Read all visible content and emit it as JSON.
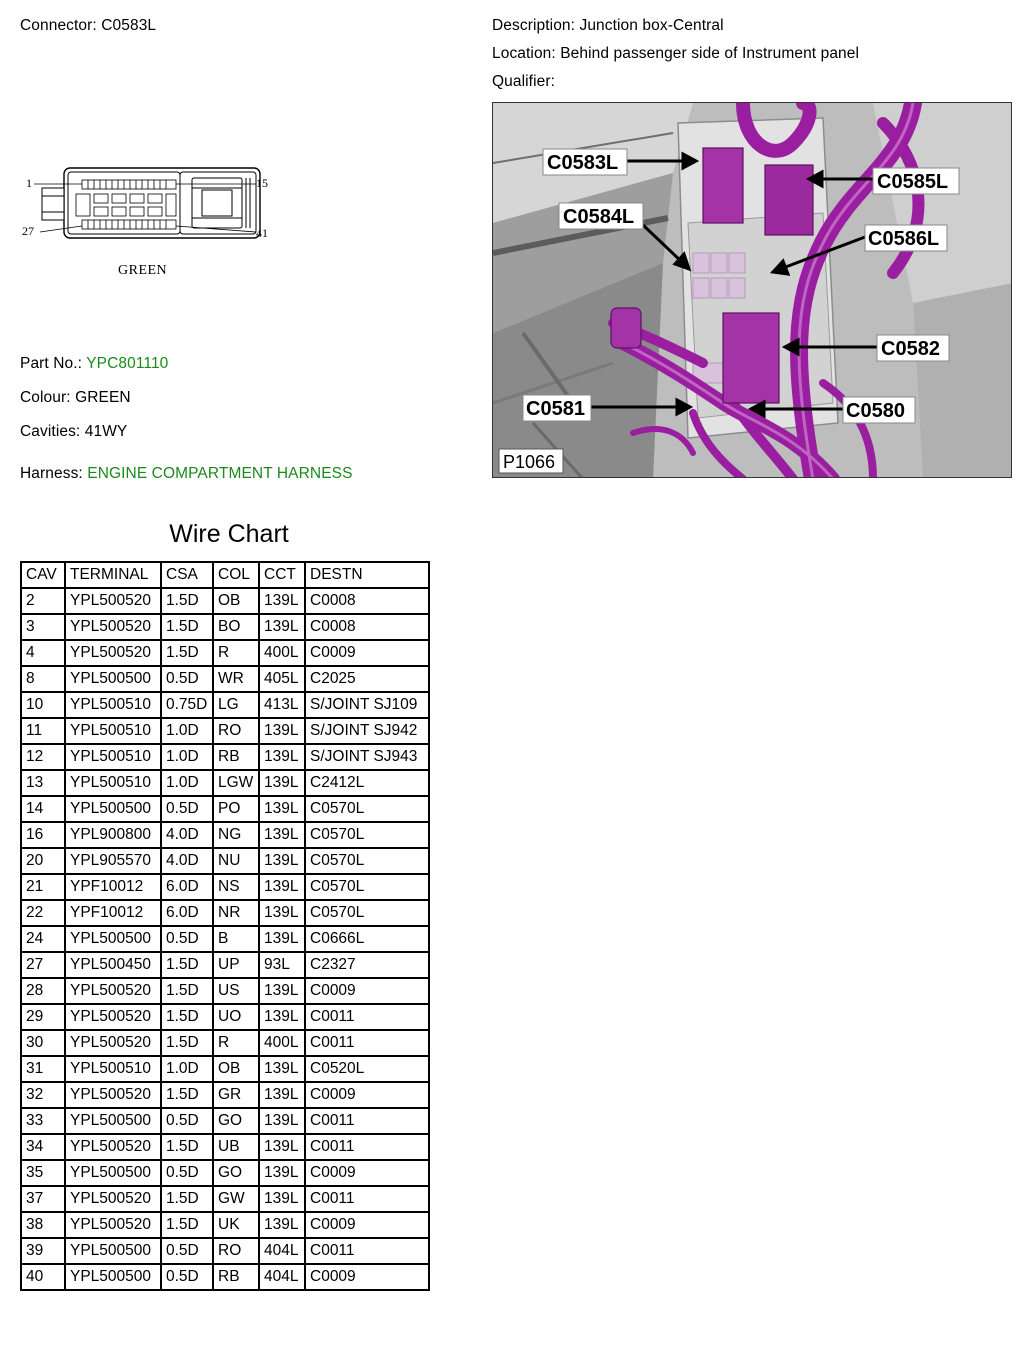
{
  "connector": {
    "label": "Connector:",
    "value": "C0583L"
  },
  "description": {
    "label": "Description:",
    "value": "Junction box-Central"
  },
  "location": {
    "label": "Location:",
    "value": "Behind passenger side of Instrument panel"
  },
  "qualifier": {
    "label": "Qualifier:",
    "value": ""
  },
  "part_no": {
    "label": "Part No.:",
    "value": "YPC801110"
  },
  "colour": {
    "label": "Colour:",
    "value": "GREEN"
  },
  "cavities": {
    "label": "Cavities:",
    "value": "41WY"
  },
  "harness": {
    "label": "Harness:",
    "value": "ENGINE COMPARTMENT HARNESS"
  },
  "connector_face": {
    "pin_top_left": "1",
    "pin_top_right": "15",
    "pin_bottom_left": "27",
    "pin_bottom_right": "41",
    "color_label": "GREEN"
  },
  "photo": {
    "callouts": [
      "C0583L",
      "C0585L",
      "C0584L",
      "C0586L",
      "C0582",
      "C0581",
      "C0580"
    ],
    "figure_id": "P1066",
    "harness_color": "#9a1fa0",
    "connector_color": "#a533a8"
  },
  "wire_chart": {
    "title": "Wire Chart",
    "columns": [
      "CAV",
      "TERMINAL",
      "CSA",
      "COL",
      "CCT",
      "DESTN"
    ],
    "rows": [
      [
        "2",
        "YPL500520",
        "1.5D",
        "OB",
        "139L",
        "C0008"
      ],
      [
        "3",
        "YPL500520",
        "1.5D",
        "BO",
        "139L",
        "C0008"
      ],
      [
        "4",
        "YPL500520",
        "1.5D",
        "R",
        "400L",
        "C0009"
      ],
      [
        "8",
        "YPL500500",
        "0.5D",
        "WR",
        "405L",
        "C2025"
      ],
      [
        "10",
        "YPL500510",
        "0.75D",
        "LG",
        "413L",
        "S/JOINT SJ109"
      ],
      [
        "11",
        "YPL500510",
        "1.0D",
        "RO",
        "139L",
        "S/JOINT SJ942"
      ],
      [
        "12",
        "YPL500510",
        "1.0D",
        "RB",
        "139L",
        "S/JOINT SJ943"
      ],
      [
        "13",
        "YPL500510",
        "1.0D",
        "LGW",
        "139L",
        "C2412L"
      ],
      [
        "14",
        "YPL500500",
        "0.5D",
        "PO",
        "139L",
        "C0570L"
      ],
      [
        "16",
        "YPL900800",
        "4.0D",
        "NG",
        "139L",
        "C0570L"
      ],
      [
        "20",
        "YPL905570",
        "4.0D",
        "NU",
        "139L",
        "C0570L"
      ],
      [
        "21",
        "YPF10012",
        "6.0D",
        "NS",
        "139L",
        "C0570L"
      ],
      [
        "22",
        "YPF10012",
        "6.0D",
        "NR",
        "139L",
        "C0570L"
      ],
      [
        "24",
        "YPL500500",
        "0.5D",
        "B",
        "139L",
        "C0666L"
      ],
      [
        "27",
        "YPL500450",
        "1.5D",
        "UP",
        "93L",
        "C2327"
      ],
      [
        "28",
        "YPL500520",
        "1.5D",
        "US",
        "139L",
        "C0009"
      ],
      [
        "29",
        "YPL500520",
        "1.5D",
        "UO",
        "139L",
        "C0011"
      ],
      [
        "30",
        "YPL500520",
        "1.5D",
        "R",
        "400L",
        "C0011"
      ],
      [
        "31",
        "YPL500510",
        "1.0D",
        "OB",
        "139L",
        "C0520L"
      ],
      [
        "32",
        "YPL500520",
        "1.5D",
        "GR",
        "139L",
        "C0009"
      ],
      [
        "33",
        "YPL500500",
        "0.5D",
        "GO",
        "139L",
        "C0011"
      ],
      [
        "34",
        "YPL500520",
        "1.5D",
        "UB",
        "139L",
        "C0011"
      ],
      [
        "35",
        "YPL500500",
        "0.5D",
        "GO",
        "139L",
        "C0009"
      ],
      [
        "37",
        "YPL500520",
        "1.5D",
        "GW",
        "139L",
        "C0011"
      ],
      [
        "38",
        "YPL500520",
        "1.5D",
        "UK",
        "139L",
        "C0009"
      ],
      [
        "39",
        "YPL500500",
        "0.5D",
        "RO",
        "404L",
        "C0011"
      ],
      [
        "40",
        "YPL500500",
        "0.5D",
        "RB",
        "404L",
        "C0009"
      ]
    ]
  },
  "colors": {
    "accent_green": "#1a8a1a"
  }
}
